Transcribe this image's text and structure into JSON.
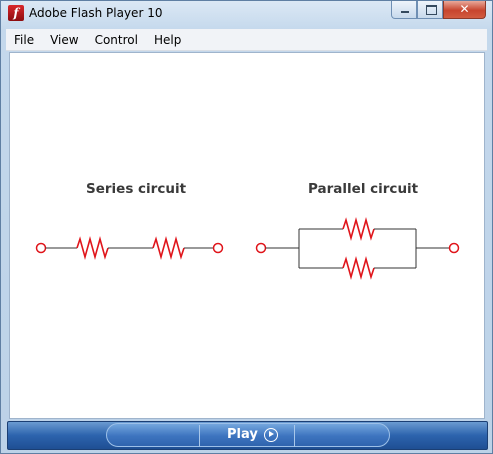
{
  "window": {
    "title": "Adobe Flash Player 10",
    "close_glyph": "✕"
  },
  "menu": {
    "items": [
      "File",
      "View",
      "Control",
      "Help"
    ]
  },
  "content": {
    "series_label": "Series circuit",
    "parallel_label": "Parallel circuit",
    "wire_color": "#333333",
    "resistor_color": "#e0151b"
  },
  "playbar": {
    "play_label": "Play"
  },
  "icons": {
    "app": "flash-icon",
    "play": "play-icon"
  }
}
